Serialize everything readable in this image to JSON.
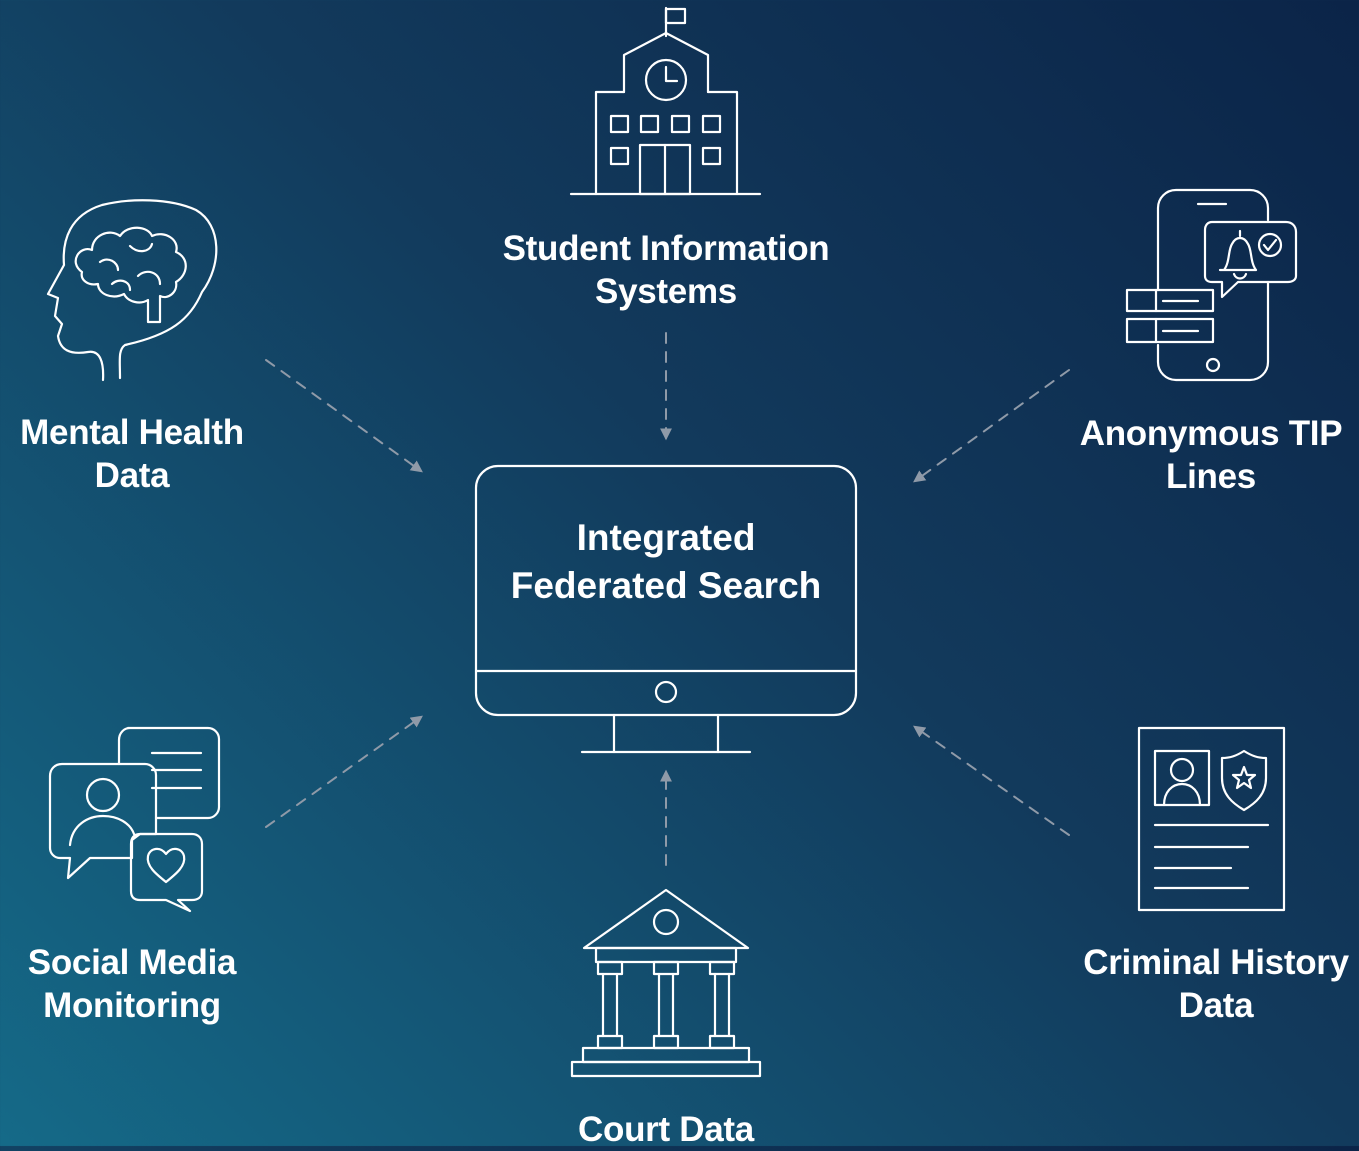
{
  "center": {
    "line1": "Integrated",
    "line2": "Federated Search"
  },
  "nodes": {
    "student": {
      "line1": "Student Information",
      "line2": "Systems",
      "icon": "school-building-icon"
    },
    "mental": {
      "line1": "Mental Health",
      "line2": "Data",
      "icon": "brain-head-icon"
    },
    "tip": {
      "line1": "Anonymous TIP",
      "line2": "Lines",
      "icon": "phone-notification-icon"
    },
    "social": {
      "line1": "Social Media",
      "line2": "Monitoring",
      "icon": "chat-bubbles-icon"
    },
    "criminal": {
      "line1": "Criminal History",
      "line2": "Data",
      "icon": "id-record-icon"
    },
    "court": {
      "line1": "Court Data",
      "icon": "courthouse-icon"
    }
  },
  "colors": {
    "stroke": "#ffffff",
    "arrow": "#8f9aa8"
  }
}
